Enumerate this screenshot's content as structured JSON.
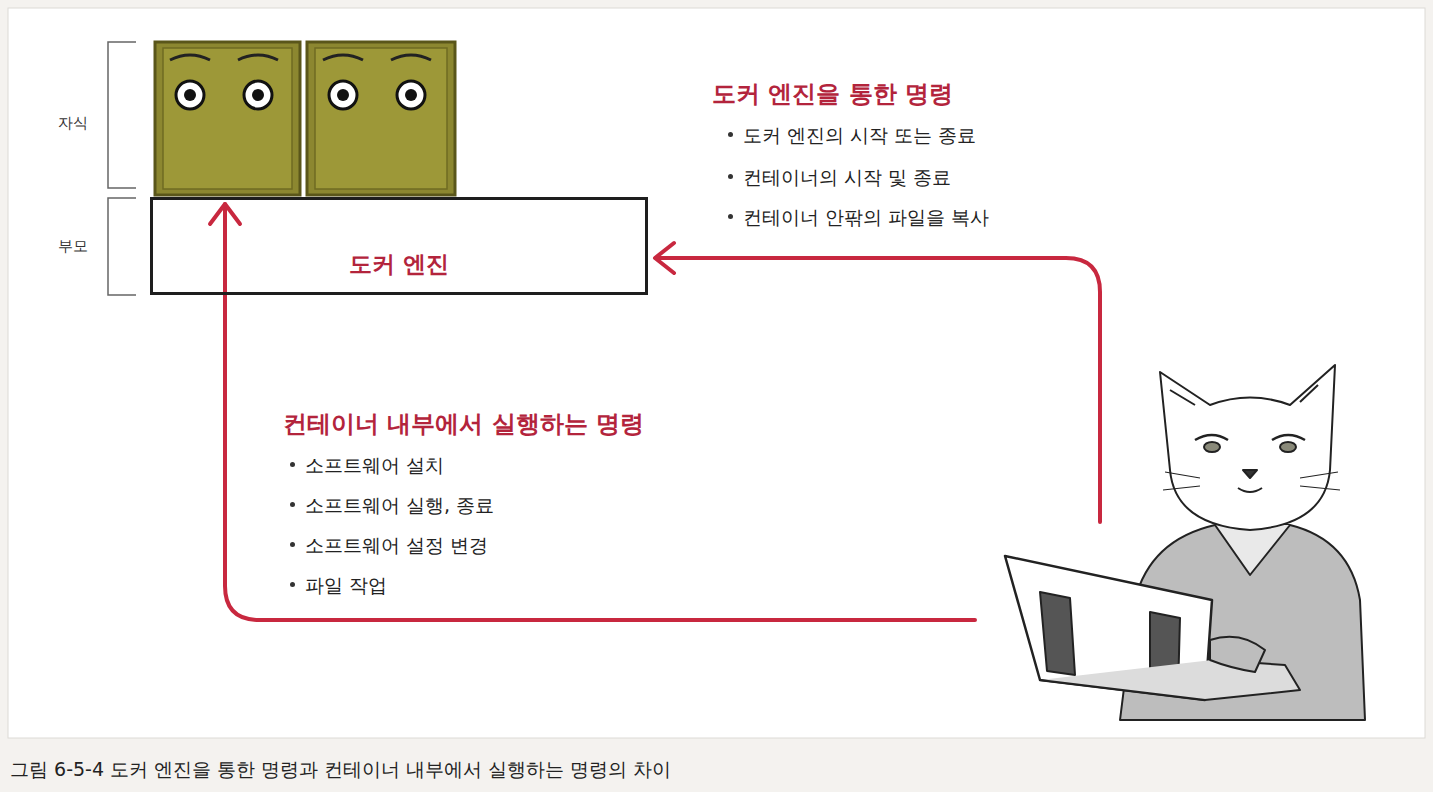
{
  "diagram": {
    "caption": "그림 6-5-4 도커 엔진을 통한 명령과 컨테이너 내부에서 실행하는 명령의 차이",
    "nodes": [
      {
        "text": [
          "도커 엔진"
        ]
      }
    ],
    "labels": [
      "자식",
      "부모",
      "도커 엔진을 통한 명령",
      "도커 엔진의 시작 또는 종료",
      "컨테이너의 시작 및 종료",
      "컨테이너 안팎의 파일을 복사",
      "컨테이너 내부에서 실행하는 명령",
      "소프트웨어 설치",
      "소프트웨어 실행, 종료",
      "소프트웨어 설정 변경",
      "파일 작업"
    ]
  }
}
